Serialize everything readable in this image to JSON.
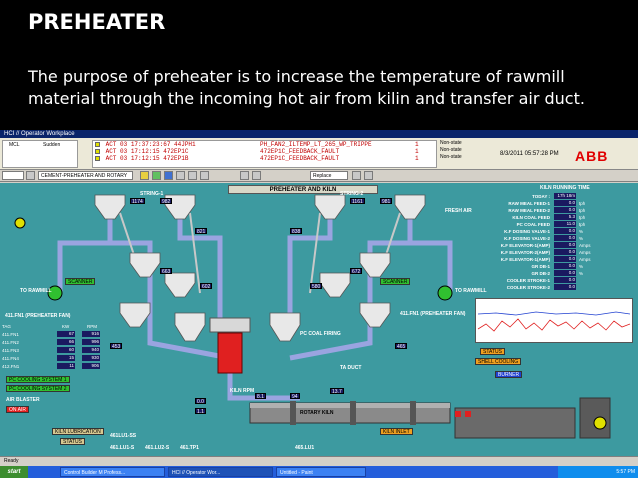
{
  "slide": {
    "title": "PREHEATER",
    "body": "The purpose of preheater is to increase the temperature of rawmill material through the incoming hot air from kilin and transfer air duct."
  },
  "window": {
    "title": "HCI // Operator Workplace"
  },
  "alarms": {
    "col_a": "MCL",
    "col_b": "Sudden",
    "rows": [
      {
        "priority": "3",
        "text": "ACT 03 17:37:23:67 44JPH1",
        "tag": "PH_FAN2_ILTEMP_LT_265_WP_TRIPPE",
        "count": "1",
        "state": "Non-state"
      },
      {
        "priority": "3",
        "text": "ACT 03 17:12:15 472EP1C",
        "tag": "472EP1C_FEEDBACK_FAULT",
        "count": "1",
        "state": "Non-state"
      },
      {
        "priority": "3",
        "text": "ACT 03 17:12:15 472EP1B",
        "tag": "472EP1C_FEEDBACK_FAULT",
        "count": "1",
        "state": "Non-state"
      }
    ],
    "datetime": "8/3/2011 05:57:28 PM",
    "logo": "ABB"
  },
  "toolbar": {
    "field1": "CEMENT-PREHEATER AND ROTARY",
    "field2": "Replace"
  },
  "graphic": {
    "banner": "PREHEATER AND KILN",
    "string1": "STRING-1",
    "string2": "STRING-2",
    "scanner": "SCANNER",
    "scanner2": "SCANNER",
    "fan_left": "411.FN1 (PREHEATER FAN)",
    "fan_right": "411.FN1 (PREHEATER FAN)",
    "to_raw_left": "TO RAWMILL",
    "to_raw_right": "TO RAWMILL",
    "pc_coal": "PC COAL FIRING",
    "ta_duct": "TA DUCT",
    "rotary_kiln": "ROTARY KILN",
    "kiln_rpm": "KILN RPM",
    "air_blaster": "AIR BLASTER",
    "kiln_lubrication": "KILN LUBRICATION",
    "status": "STATUS",
    "fresh_air": "FRESH AIR",
    "buttons": {
      "on_air": "ON AIR",
      "pc_cooling_1": "PC COOLING SYSTEM 1",
      "pc_cooling_2": "PC COOLING SYSTEM 2",
      "status_btn": "STATUS",
      "shell_cooling": "SHELL COOLING",
      "burner": "BURNER",
      "kiln_inlet": "KILN INLET"
    },
    "cyclone_values": [
      "1174",
      "982",
      "821",
      "663",
      "602",
      "453",
      "1161",
      "981",
      "838",
      "672",
      "580",
      "465"
    ],
    "kiln_panel": {
      "title": "KILN RUNNING TIME",
      "rows": [
        {
          "k": "TODAY :",
          "v": "17h 18m 29s",
          "u": ""
        },
        {
          "k": "RAW MEAL FEED-1",
          "v": "0.0",
          "u": "tph"
        },
        {
          "k": "RAW MEAL FEED-2",
          "v": "0.0",
          "u": "tph"
        },
        {
          "k": "KILN COAL FEED",
          "v": "5.3",
          "u": "tph"
        },
        {
          "k": "PC COAL FEED",
          "v": "11.0",
          "u": "tph"
        },
        {
          "k": "K.F DOSING VALVE-1",
          "v": "0.0",
          "u": "%"
        },
        {
          "k": "K.F DOSING VALVE-2",
          "v": "0.0",
          "u": "%"
        },
        {
          "k": "K.F ELEVATOR-1(AMP)",
          "v": "0.0",
          "u": "Amps"
        },
        {
          "k": "K.F ELEVATOR-2(AMP)",
          "v": "0.0",
          "u": "Amps"
        },
        {
          "k": "K.F ELEVATOR-1(AMP)",
          "v": "0.0",
          "u": "Amps"
        },
        {
          "k": "GR DB-1",
          "v": "0.0",
          "u": "%"
        },
        {
          "k": "GR DB-2",
          "v": "0.0",
          "u": "%"
        },
        {
          "k": "COOLER STROKE-1",
          "v": "0.0",
          "u": ""
        },
        {
          "k": "COOLER STROKE-2",
          "v": "0.0",
          "u": ""
        }
      ]
    },
    "fan_table": {
      "headers": [
        "TAG",
        "KW",
        "RPM"
      ],
      "rows": [
        {
          "n": "411.FN1",
          "a": "67",
          "b": "916"
        },
        {
          "n": "411.FN2",
          "a": "66",
          "b": "996"
        },
        {
          "n": "411.FN3",
          "a": "60",
          "b": "940"
        },
        {
          "n": "411.FN4",
          "a": "15",
          "b": "930"
        },
        {
          "n": "412.FN1",
          "a": "11",
          "b": "906"
        }
      ]
    },
    "kiln_values": [
      "8.1",
      "94",
      "13.7",
      "0.0",
      "1.1"
    ],
    "bottom_labels": [
      "461LU1-SS",
      "461.LU1-S",
      "461.LU2-S",
      "461.TP1",
      "465.LU1"
    ]
  },
  "statusbar": {
    "text": "Ready"
  },
  "taskbar": {
    "start": "start",
    "items": [
      "Control Builder M Profess...",
      "HCI // Operator Wor...",
      "Untitled - Paint"
    ],
    "clock": "5:57 PM"
  }
}
